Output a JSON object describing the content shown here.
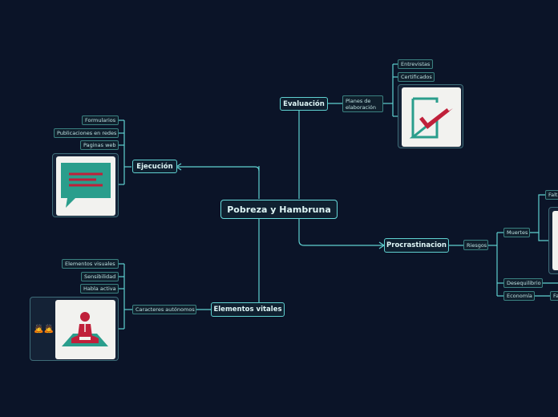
{
  "central": "Pobreza y Hambruna",
  "ejecucion": {
    "title": "Ejecución",
    "items": [
      "Formularios",
      "Publicaciones en redes",
      "Paginas web"
    ],
    "image_icon": "chat-bubble-icon"
  },
  "evaluacion": {
    "title": "Evaluación",
    "child": "Planes de elaboración",
    "items": [
      "Entrevistas",
      "Certificados"
    ],
    "image_icon": "checkmark-icon"
  },
  "procrastinacion": {
    "title": "Procrastinacion",
    "child": "Riesgos",
    "items": [
      "Muertes",
      "Desequilibrio",
      "Economía"
    ],
    "sub_muertes": "Falta",
    "sub_economia": "Fa"
  },
  "elementos": {
    "title": "Elementos vitales",
    "child": "Caracteres autónomos",
    "items": [
      "Elementos visuales",
      "Sensibilidad",
      "Habla activa"
    ],
    "image_icon": "presenter-icon",
    "emoji": "🙇🙇"
  },
  "colors": {
    "background": "#0b1428",
    "link": "#5fd0d0",
    "node_border": "#5fd0d0",
    "teal_card": "#2a9e8c",
    "red_accent": "#c0203a"
  }
}
